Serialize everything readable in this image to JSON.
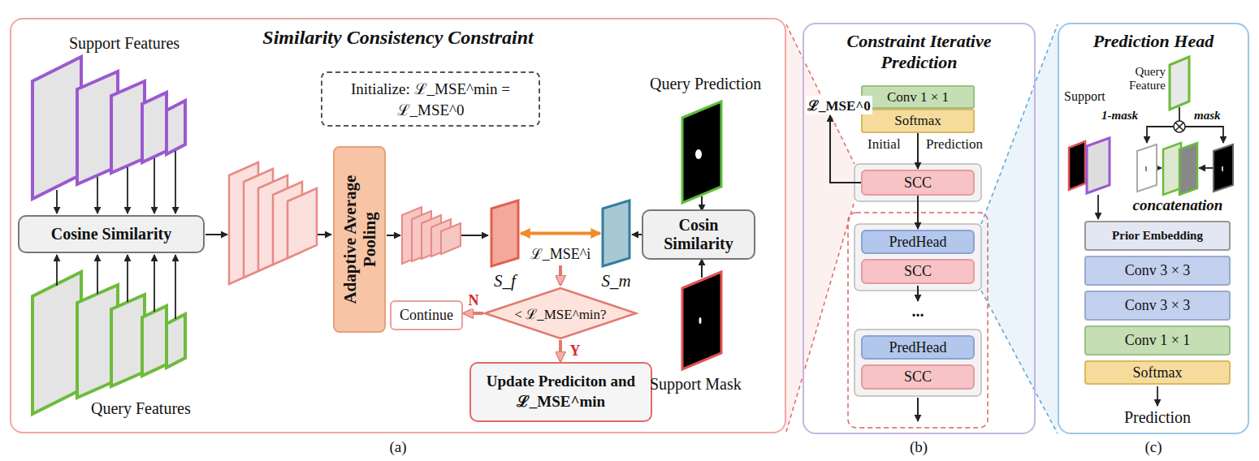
{
  "diagram": {
    "nodes": [
      {
        "text": [
          "Similarity Consistency Constraint"
        ]
      },
      {
        "text": [
          "Cosine Similarity"
        ],
        "in": 0
      },
      {
        "text": [
          "Initialize: ℒ_MSE^min = ℒ_MSE^0"
        ],
        "in": 0
      },
      {
        "text": [
          "Adaptive Average Pooling"
        ],
        "in": 0
      },
      {
        "text": [
          "S_f"
        ],
        "in": 0
      },
      {
        "text": [
          "S_m"
        ],
        "in": 0
      },
      {
        "text": [
          "Cosin Similarity"
        ],
        "in": 0
      },
      {
        "text": [
          "< ℒ_MSE^min?"
        ],
        "in": 0
      },
      {
        "text": [
          "Continue"
        ],
        "in": 0
      },
      {
        "text": [
          "Update Prediciton and ℒ_MSE^min"
        ],
        "in": 0
      },
      {
        "text": [
          "Constraint Iterative Prediction"
        ]
      },
      {
        "text": [
          "Conv 1 × 1"
        ],
        "in": 10
      },
      {
        "text": [
          "Softmax"
        ],
        "in": 10
      },
      {
        "text": [
          "SCC"
        ],
        "in": 10
      },
      {
        "text": [
          "PredHead"
        ],
        "in": 10
      },
      {
        "text": [
          "SCC"
        ],
        "in": 10
      },
      {
        "text": [
          "PredHead"
        ],
        "in": 10
      },
      {
        "text": [
          "SCC"
        ],
        "in": 10
      },
      {
        "text": [
          "Prediction Head"
        ]
      },
      {
        "text": [
          "Prior Embedding"
        ],
        "in": 18
      },
      {
        "text": [
          "Conv 3 × 3"
        ],
        "in": 18
      },
      {
        "text": [
          "Conv 3 × 3"
        ],
        "in": 18
      },
      {
        "text": [
          "Conv 1 × 1"
        ],
        "in": 18
      },
      {
        "text": [
          "Softmax"
        ],
        "in": 18
      }
    ],
    "edges": [
      {
        "from": 4,
        "to": 5,
        "arrow": "both",
        "label": "ℒ_MSE^i"
      },
      {
        "from": 6,
        "to": 5,
        "arrow": "to"
      },
      {
        "from": 7,
        "to": 8,
        "arrow": "to",
        "label": "N"
      },
      {
        "from": 7,
        "to": 9,
        "arrow": "to",
        "label": "Y"
      },
      {
        "from": 12,
        "to": 13,
        "arrow": "to"
      },
      {
        "from": 13,
        "to": 14,
        "arrow": "to"
      }
    ],
    "labels": [
      "Support Features",
      "Query Features",
      "Query Prediction",
      "Support Mask",
      "ℒ_MSE^0",
      "Initial",
      "Prediction",
      "...",
      "Query Feature",
      "Support",
      "1-mask",
      "mask",
      "concatenation",
      "Prediction",
      "(a)",
      "(b)",
      "(c)"
    ]
  }
}
